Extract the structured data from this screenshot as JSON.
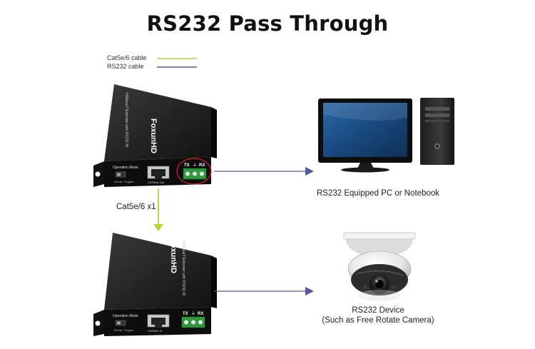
{
  "title": "RS232 Pass Through",
  "legend": [
    {
      "label": "Cat5e/6 cable",
      "color": "#b7d433"
    },
    {
      "label": "RS232 cable",
      "color": "#56569c"
    }
  ],
  "cable_label": "Cat5e/6 x1",
  "pc_label": "RS232 Equipped PC or Notebook",
  "camera_label_1": "RS232 Device",
  "camera_label_2": "(Such as Free Rotate Camera)",
  "device": {
    "brand": "FoxunHD",
    "model": "HDBaseT Extender with RS232 IR",
    "port_mode": "Operation Mode",
    "port_normal": "Normal",
    "port_program": "Program",
    "port_out": "CAT5e/6 Out",
    "port_in": "CAT5e/6 In",
    "rs232_tx": "TX",
    "rs232_rx": "RX"
  }
}
